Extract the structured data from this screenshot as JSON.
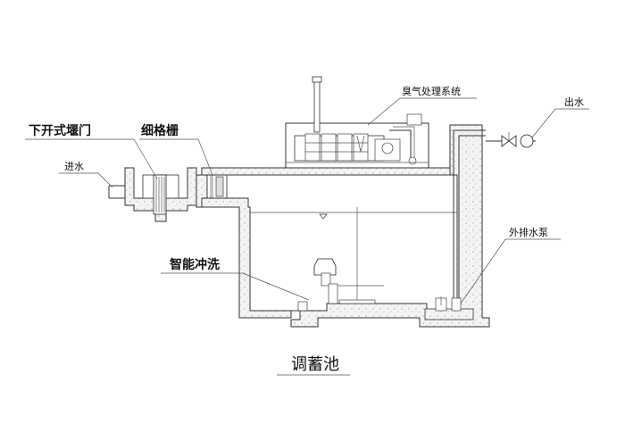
{
  "labels": {
    "odor_system": "臭气处理系统",
    "outlet": "出水",
    "gate": "下开式堰门",
    "screen": "细格栅",
    "inlet": "进水",
    "drain_pump": "外排水泵",
    "smart_flush": "智能冲洗",
    "title": "调蓄池"
  },
  "icons": {
    "valve": "gate-valve-icon",
    "flowmeter": "flow-meter-icon",
    "water_level": "water-level-icon"
  },
  "colors": {
    "concrete_fill": "#f2f2f2",
    "line": "#333333",
    "dot": "#888888"
  }
}
